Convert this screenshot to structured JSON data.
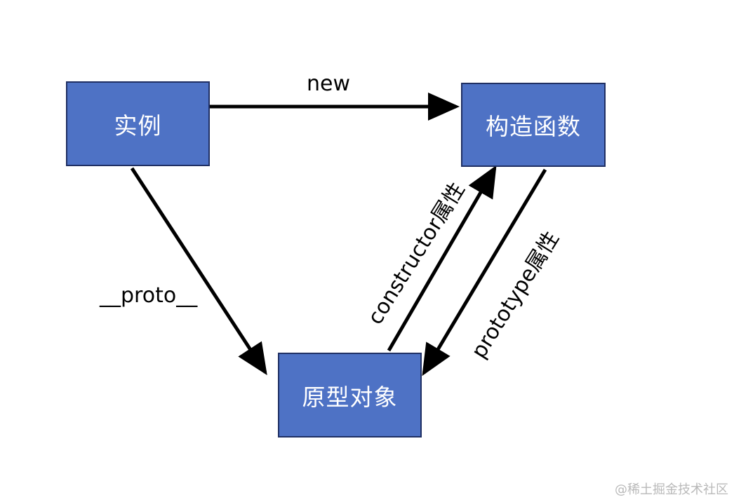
{
  "nodes": {
    "instance": "实例",
    "constructor": "构造函数",
    "prototype": "原型对象"
  },
  "edges": {
    "new": "new",
    "proto": "__proto__",
    "constructor_prop": "constructor属性",
    "prototype_prop": "prototype属性"
  },
  "watermark": "@稀土掘金技术社区",
  "colors": {
    "node_fill": "#4e72c5",
    "node_border": "#1f2f63",
    "edge": "#000000"
  }
}
